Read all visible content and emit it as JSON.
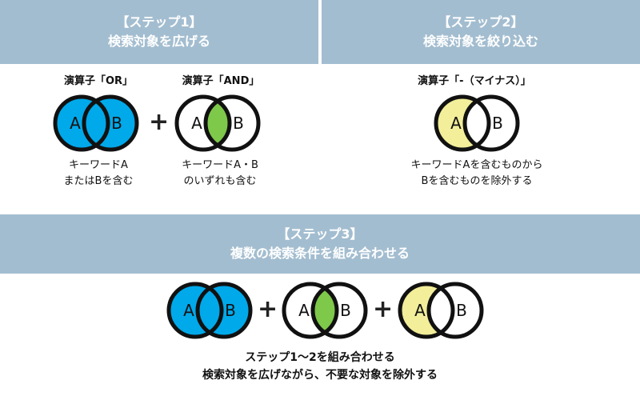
{
  "step1": {
    "title": "【ステップ1】",
    "subtitle": "検索対象を広げる",
    "or_label": "演算子「OR」",
    "and_label": "演算子「AND」",
    "or_caption": [
      "キーワードA",
      "またはBを含む"
    ],
    "and_caption": [
      "キーワードA・B",
      "のいずれも含む"
    ]
  },
  "step2": {
    "title": "【ステップ2】",
    "subtitle": "検索対象を絞り込む",
    "minus_label": "演算子「-（マイナス）」",
    "minus_caption": [
      "キーワードAを含むものから",
      "Bを含むものを除外する"
    ]
  },
  "step3": {
    "title": "【ステップ3】",
    "subtitle": "複数の検索条件を組み合わせる",
    "summary": [
      "ステップ1〜2を組み合わせる",
      "検索対象を広げながら、不要な対象を除外する"
    ]
  },
  "plus_sign": "+",
  "venn_letters": {
    "a": "A",
    "b": "B"
  },
  "colors": {
    "banner": "#a3bdd0",
    "or_fill": "#00a9ea",
    "and_fill": "#7ec84a",
    "minus_fill": "#f2ee9a",
    "stroke": "#111111"
  }
}
